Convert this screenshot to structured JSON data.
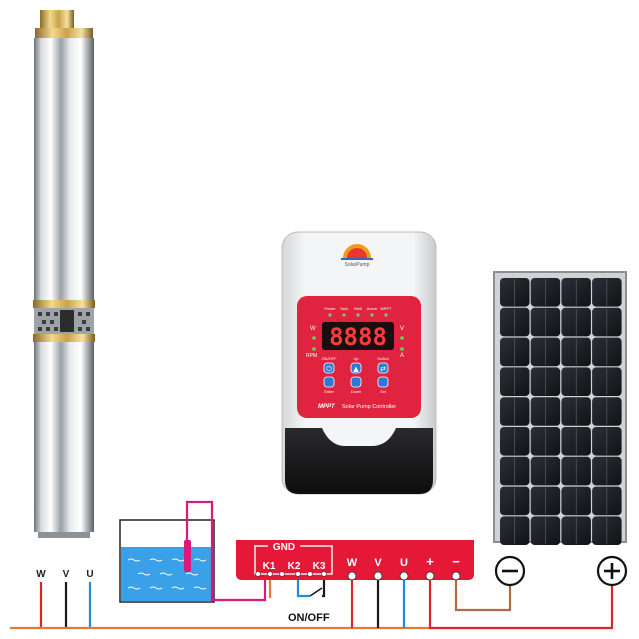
{
  "pump": {
    "wire_labels": [
      "W",
      "V",
      "U"
    ]
  },
  "controller": {
    "brand": "SolarPump",
    "indicators": [
      "Power",
      "Tank",
      "Well",
      "Alarm",
      "MPPT"
    ],
    "side_left": [
      "W",
      "RPM"
    ],
    "side_right": [
      "V",
      "A"
    ],
    "display": "8888",
    "buttons": [
      {
        "top": "ON/OFF",
        "bottom": "Enter",
        "glyph": "⏻"
      },
      {
        "top": "Up",
        "bottom": "Down",
        "glyph": "▲"
      },
      {
        "top": "Switch",
        "bottom": "Set",
        "glyph": "⇄"
      }
    ],
    "footer_bold": "MPPT",
    "footer_text": "Solar Pump Controller"
  },
  "terminal_block": {
    "gnd_label": "GND",
    "k_labels": [
      "K1",
      "K2",
      "K3"
    ],
    "motor_labels": [
      "W",
      "V",
      "U"
    ],
    "plus_symbol": "+",
    "minus_symbol": "−"
  },
  "switch_label": "ON/OFF",
  "solar_terminals": {
    "minus": "⊖",
    "plus": "⊕"
  },
  "colors": {
    "terminal_red": "#e51837",
    "panel_red": "#e0233f",
    "wire_red": "#e0232b",
    "wire_blue": "#1a8fe0",
    "wire_magenta": "#d91a7a",
    "wire_brown": "#b06a45",
    "wire_black": "#1a1a1a",
    "water_blue": "#3aa0e8"
  }
}
